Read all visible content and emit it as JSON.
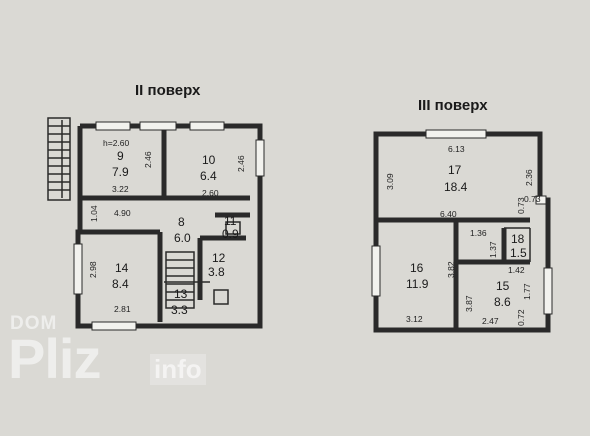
{
  "floors": [
    {
      "title": "ІІ поверх",
      "rooms": [
        {
          "id": "9",
          "number": "9",
          "area": "7.9",
          "height_note": "h=2.60"
        },
        {
          "id": "10",
          "number": "10",
          "area": "6.4"
        },
        {
          "id": "8",
          "number": "8",
          "area": "6.0"
        },
        {
          "id": "11",
          "number": "11",
          "area": "0.9"
        },
        {
          "id": "12",
          "number": "12",
          "area": "3.8"
        },
        {
          "id": "14",
          "number": "14",
          "area": "8.4"
        },
        {
          "id": "13",
          "number": "13",
          "area": "3.3"
        }
      ],
      "dims": [
        "2.46",
        "2.46",
        "3.22",
        "2.60",
        "1.04",
        "4.90",
        "2.98",
        "2.81"
      ]
    },
    {
      "title": "ІІІ поверх",
      "rooms": [
        {
          "id": "17",
          "number": "17",
          "area": "18.4"
        },
        {
          "id": "16",
          "number": "16",
          "area": "11.9"
        },
        {
          "id": "15",
          "number": "15",
          "area": "8.6"
        },
        {
          "id": "18",
          "number": "18",
          "area": "1.5"
        }
      ],
      "dims": [
        "6.13",
        "3.09",
        "2.36",
        "0.73",
        "6.40",
        "0.73",
        "1.36",
        "1.37",
        "1.42",
        "3.82",
        "1.77",
        "3.87",
        "3.12",
        "2.47",
        "0.72"
      ]
    }
  ],
  "watermark": {
    "top": "DOM",
    "main": "Pliz",
    "badge": "info"
  }
}
